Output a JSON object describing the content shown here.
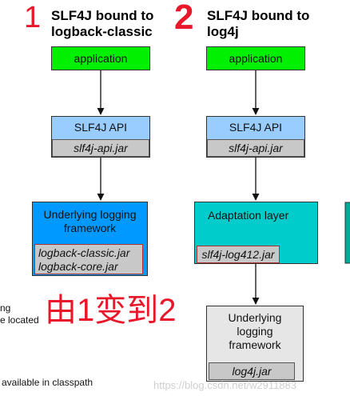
{
  "markers": {
    "left": "1",
    "right": "2",
    "middle": "由1变到2"
  },
  "columns": {
    "left": {
      "title_line1": "SLF4J bound to",
      "title_line2": "logback-classic",
      "application": "application",
      "api": "SLF4J API",
      "api_jar": "slf4j-api.jar",
      "framework_line1": "Underlying logging",
      "framework_line2": "framework",
      "framework_jars": [
        "logback-classic.jar",
        "logback-core.jar"
      ]
    },
    "right": {
      "title_line1": "SLF4J bound to",
      "title_line2": "log4j",
      "application": "application",
      "api": "SLF4J API",
      "api_jar": "slf4j-api.jar",
      "adaptation": "Adaptation layer",
      "adaptation_jar": "slf4j-log412.jar",
      "framework_line1": "Underlying",
      "framework_line2": "logging",
      "framework_line3": "framework",
      "framework_jar": "log4j.jar"
    }
  },
  "side_text": {
    "line1": "ng",
    "line2": "e located",
    "line3": "available in classpath"
  },
  "watermark": "https://blog.csdn.net/w2911883",
  "colors": {
    "application": "#00f000",
    "api": "#99ccff",
    "framework_left": "#0099ff",
    "adaptation": "#00cccc",
    "framework_right": "#e6e6e6",
    "jar": "#c8c8c8",
    "marker": "#e8182a"
  }
}
